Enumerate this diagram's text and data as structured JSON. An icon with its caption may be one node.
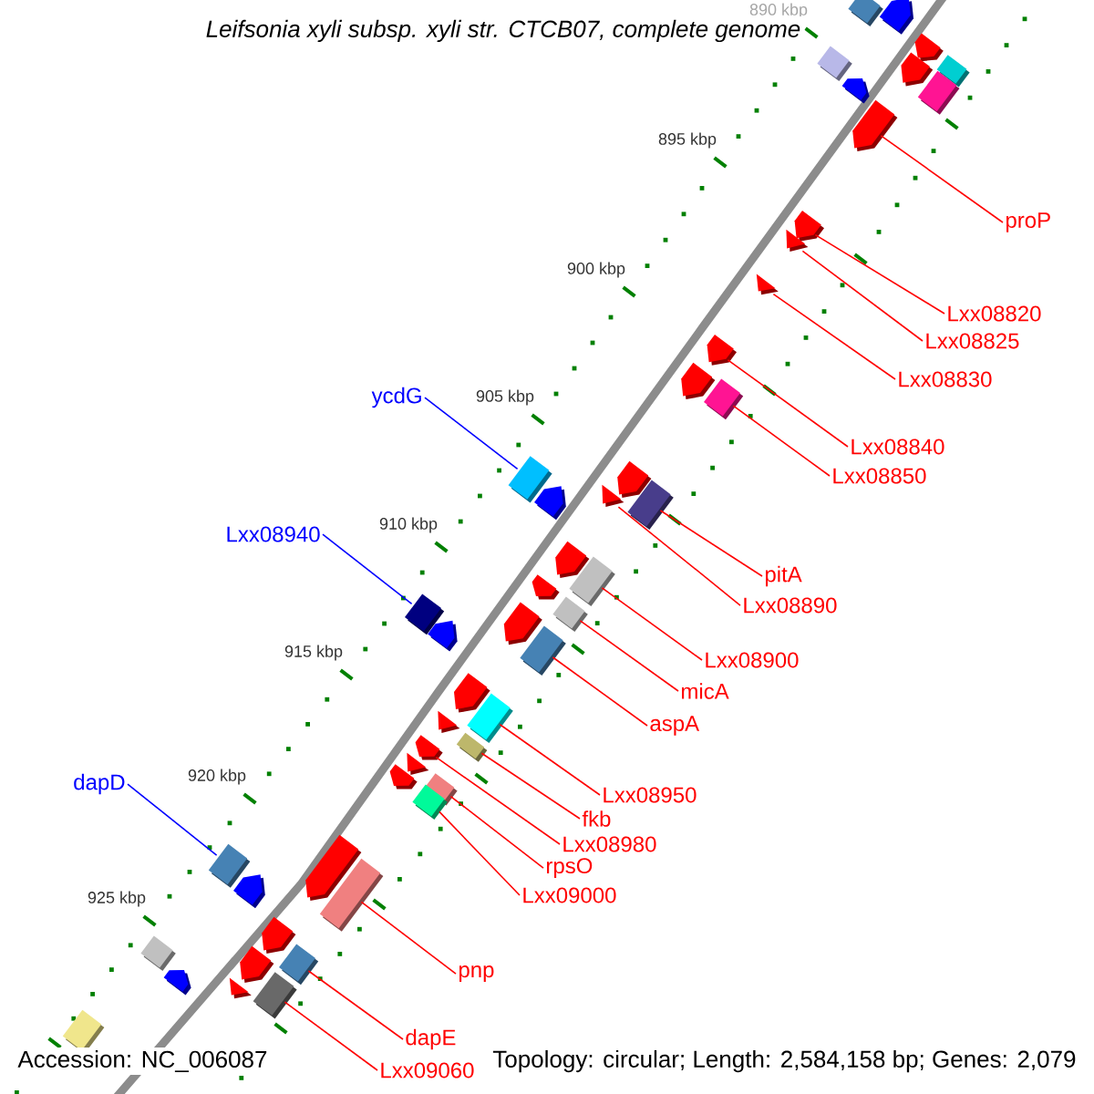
{
  "diagram": {
    "title": "Leifsonia xyli subsp. xyli str. CTCB07, complete genome",
    "nodes": [
      {
        "text": [
          "proP"
        ]
      },
      {
        "text": [
          "Lxx08820"
        ]
      },
      {
        "text": [
          "Lxx08825"
        ]
      },
      {
        "text": [
          "Lxx08830"
        ]
      },
      {
        "text": [
          "ycdG"
        ]
      },
      {
        "text": [
          "Lxx08840"
        ]
      },
      {
        "text": [
          "Lxx08850"
        ]
      },
      {
        "text": [
          "Lxx08940"
        ]
      },
      {
        "text": [
          "pitA"
        ]
      },
      {
        "text": [
          "Lxx08890"
        ]
      },
      {
        "text": [
          "Lxx08900"
        ]
      },
      {
        "text": [
          "micA"
        ]
      },
      {
        "text": [
          "aspA"
        ]
      },
      {
        "text": [
          "dapD"
        ]
      },
      {
        "text": [
          "Lxx08950"
        ]
      },
      {
        "text": [
          "fkb"
        ]
      },
      {
        "text": [
          "Lxx08980"
        ]
      },
      {
        "text": [
          "rpsO"
        ]
      },
      {
        "text": [
          "Lxx09000"
        ]
      },
      {
        "text": [
          "pnp"
        ]
      },
      {
        "text": [
          "dapE"
        ]
      },
      {
        "text": [
          "Lxx09060"
        ]
      },
      {
        "text": [],
        "shape": "box"
      },
      {
        "text": [],
        "shape": "pentagon"
      },
      {
        "text": [],
        "shape": "pentagon"
      },
      {
        "text": [],
        "shape": "box"
      },
      {
        "text": [],
        "shape": "box"
      },
      {
        "text": [],
        "shape": "pentagon"
      },
      {
        "text": [],
        "shape": "pentagon"
      },
      {
        "text": [],
        "shape": "box"
      },
      {
        "text": [],
        "shape": "pentagon"
      },
      {
        "text": [],
        "shape": "pentagon"
      },
      {
        "text": [],
        "shape": "triangle"
      },
      {
        "text": [],
        "shape": "triangle"
      },
      {
        "text": [],
        "shape": "pentagon"
      },
      {
        "text": [],
        "shape": "pentagon"
      },
      {
        "text": [],
        "shape": "box"
      },
      {
        "text": [],
        "shape": "box"
      },
      {
        "text": [],
        "shape": "pentagon"
      },
      {
        "text": [],
        "shape": "pentagon"
      },
      {
        "text": [],
        "shape": "triangle"
      },
      {
        "text": [],
        "shape": "box"
      },
      {
        "text": [],
        "shape": "pentagon"
      },
      {
        "text": [],
        "shape": "box"
      },
      {
        "text": [],
        "shape": "pentagon"
      },
      {
        "text": [],
        "shape": "box"
      },
      {
        "text": [],
        "shape": "box"
      },
      {
        "text": [],
        "shape": "pentagon"
      },
      {
        "text": [],
        "shape": "pentagon"
      },
      {
        "text": [],
        "shape": "box"
      },
      {
        "text": [],
        "shape": "pentagon"
      },
      {
        "text": [],
        "shape": "box"
      },
      {
        "text": [],
        "shape": "triangle"
      },
      {
        "text": [],
        "shape": "box"
      },
      {
        "text": [],
        "shape": "pentagon"
      },
      {
        "text": [],
        "shape": "triangle"
      },
      {
        "text": [],
        "shape": "pentagon"
      },
      {
        "text": [],
        "shape": "box"
      },
      {
        "text": [],
        "shape": "box"
      },
      {
        "text": [],
        "shape": "box"
      },
      {
        "text": [],
        "shape": "pentagon"
      },
      {
        "text": [],
        "shape": "pentagon"
      },
      {
        "text": [],
        "shape": "box"
      },
      {
        "text": [],
        "shape": "pentagon"
      },
      {
        "text": [],
        "shape": "box"
      },
      {
        "text": [],
        "shape": "box"
      },
      {
        "text": [],
        "shape": "pentagon"
      },
      {
        "text": [],
        "shape": "pentagon"
      },
      {
        "text": [],
        "shape": "triangle"
      },
      {
        "text": [],
        "shape": "box"
      },
      {
        "text": [],
        "shape": "box"
      }
    ],
    "edges": [
      {
        "from": 0,
        "to": 30,
        "arrow": "none"
      },
      {
        "from": 1,
        "to": 31,
        "arrow": "none"
      },
      {
        "from": 2,
        "to": 32,
        "arrow": "none"
      },
      {
        "from": 3,
        "to": 33,
        "arrow": "none"
      },
      {
        "from": 4,
        "to": 37,
        "arrow": "none",
        "color": "#0000ff"
      },
      {
        "from": 5,
        "to": 34,
        "arrow": "none"
      },
      {
        "from": 6,
        "to": 36,
        "arrow": "none"
      },
      {
        "from": 7,
        "to": 45,
        "arrow": "none",
        "color": "#0000ff"
      },
      {
        "from": 8,
        "to": 41,
        "arrow": "none"
      },
      {
        "from": 9,
        "to": 40,
        "arrow": "none"
      },
      {
        "from": 10,
        "to": 43,
        "arrow": "none"
      },
      {
        "from": 11,
        "to": 46,
        "arrow": "none"
      },
      {
        "from": 12,
        "to": 49,
        "arrow": "none"
      },
      {
        "from": 13,
        "to": 59,
        "arrow": "none",
        "color": "#0000ff"
      },
      {
        "from": 14,
        "to": 51,
        "arrow": "none"
      },
      {
        "from": 15,
        "to": 53,
        "arrow": "none"
      },
      {
        "from": 16,
        "to": 54,
        "arrow": "none"
      },
      {
        "from": 17,
        "to": 57,
        "arrow": "none"
      },
      {
        "from": 18,
        "to": 58,
        "arrow": "none"
      },
      {
        "from": 19,
        "to": 62,
        "arrow": "none"
      },
      {
        "from": 20,
        "to": 65,
        "arrow": "none"
      },
      {
        "from": 21,
        "to": 69,
        "arrow": "none"
      }
    ],
    "labels": [
      "890 kbp",
      "895 kbp",
      "900 kbp",
      "905 kbp",
      "910 kbp",
      "915 kbp",
      "920 kbp",
      "925 kbp",
      "Accession: NC_006087",
      "Topology: circular; Length: 2,584,158 bp; Genes: 2,079"
    ]
  }
}
